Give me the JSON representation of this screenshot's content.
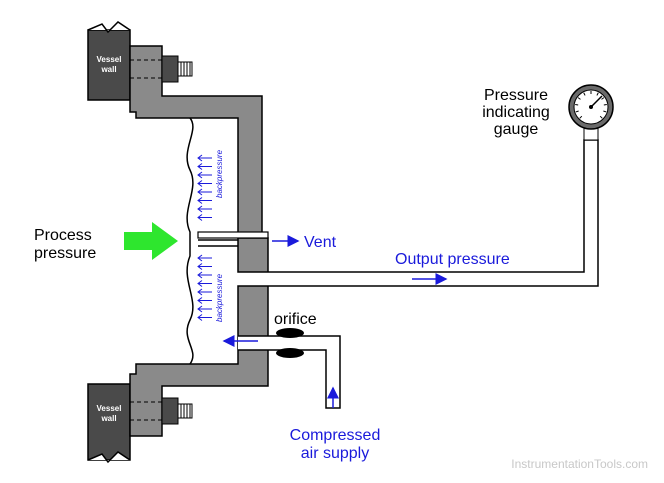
{
  "labels": {
    "vessel_wall_top": [
      "Vessel",
      "wall"
    ],
    "vessel_wall_bottom": [
      "Vessel",
      "wall"
    ],
    "process_pressure": [
      "Process",
      "pressure"
    ],
    "vent": "Vent",
    "output_pressure": "Output pressure",
    "pressure_gauge": [
      "Pressure",
      "indicating",
      "gauge"
    ],
    "orifice": "orifice",
    "compressed_air_supply": [
      "Compressed",
      "air supply"
    ],
    "backpressure_upper": "backpressure",
    "backpressure_lower": "backpressure"
  },
  "watermark": "InstrumentationTools.com",
  "colors": {
    "body_gray": "#8a8a8a",
    "vessel_gray": "#4a4a4a",
    "arrow_green": "#2ee62e",
    "label_blue": "#1a1adb",
    "watermark": "#c8c8c8"
  },
  "icons": [
    "process-pressure-arrow-icon",
    "pressure-gauge-icon",
    "bolt-icon",
    "flow-arrow-icon"
  ]
}
